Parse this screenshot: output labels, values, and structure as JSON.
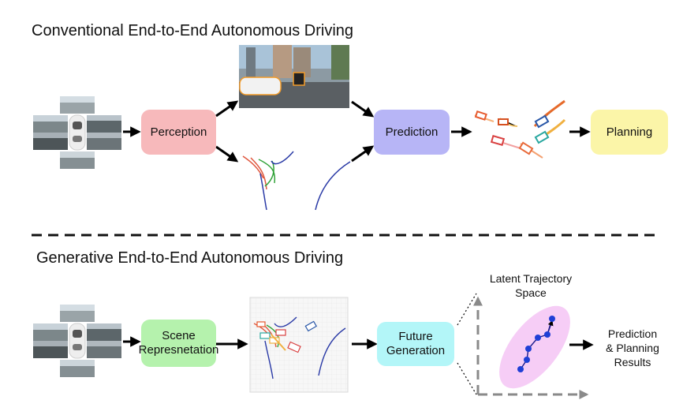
{
  "top": {
    "title": "Conventional End-to-End Autonomous Driving",
    "perception": "Perception",
    "prediction": "Prediction",
    "planning": "Planning"
  },
  "bottom": {
    "title": "Generative End-to-End Autonomous Driving",
    "scene_lines": [
      "Scene",
      "Represnetation"
    ],
    "future_lines": [
      "Future",
      "Generation"
    ],
    "latent_lines": [
      "Latent Trajectory",
      "Space"
    ],
    "result_lines": [
      "Prediction",
      "& Planning",
      "Results"
    ]
  },
  "colors": {
    "perception": "#f7b9bb",
    "prediction": "#b7b5f6",
    "planning": "#fbf5a8",
    "scene": "#b5f2ad",
    "future": "#b3f6f8",
    "ellipse": "#f6cdf6"
  }
}
